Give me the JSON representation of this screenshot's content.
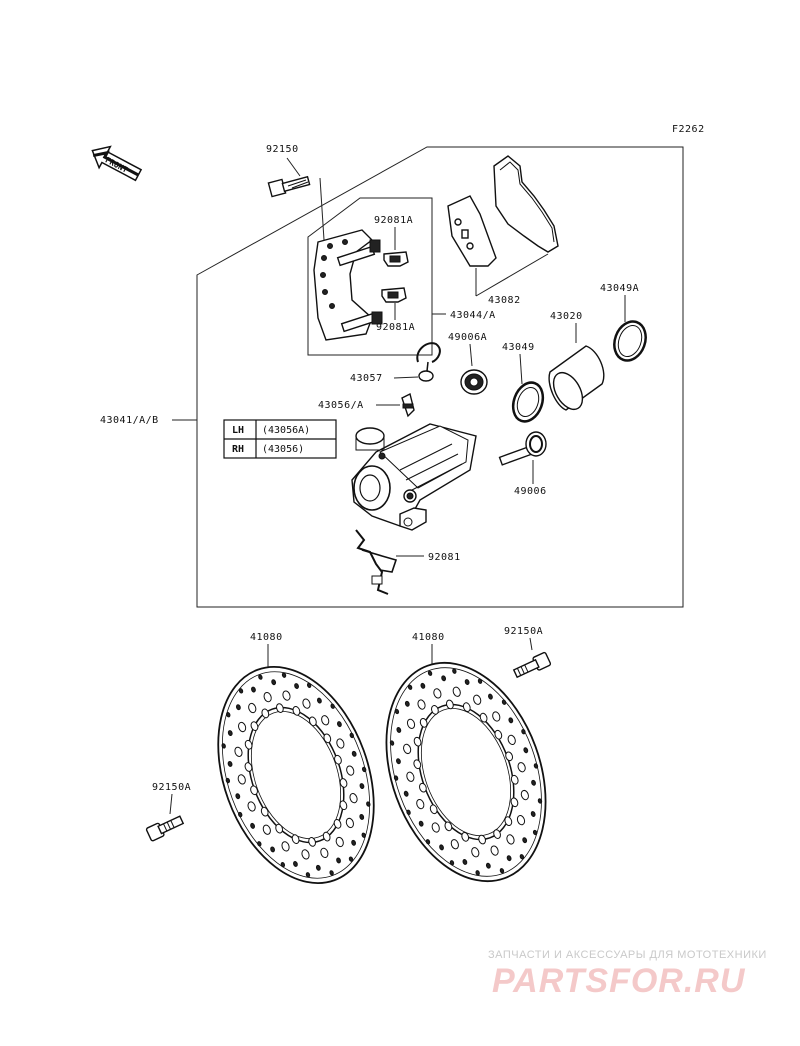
{
  "figure_code": "F2262",
  "front_label": "FRONT",
  "parts": {
    "bolt_top": "92150",
    "clip_a": "92081A",
    "clip_b": "92081A",
    "pads": "43082",
    "holder": "43044/A",
    "seal_a": "43049A",
    "piston": "43020",
    "boot_a": "49006A",
    "seal": "43049",
    "caliper_assy": "43041/A/B",
    "bleeder_cap": "43057",
    "bleeder": "43056/A",
    "pin_boot": "49006",
    "spring": "92081",
    "disc_left": "41080",
    "disc_right": "41080",
    "bolt_right": "92150A",
    "bolt_left": "92150A"
  },
  "table": {
    "rows": [
      {
        "side": "LH",
        "part": "(43056A)"
      },
      {
        "side": "RH",
        "part": "(43056)"
      }
    ]
  },
  "watermark": {
    "tagline": "ЗАПЧАСТИ И АКСЕССУАРЫ ДЛЯ МОТОТЕХНИКИ",
    "logo": "PARTSFOR.RU"
  }
}
